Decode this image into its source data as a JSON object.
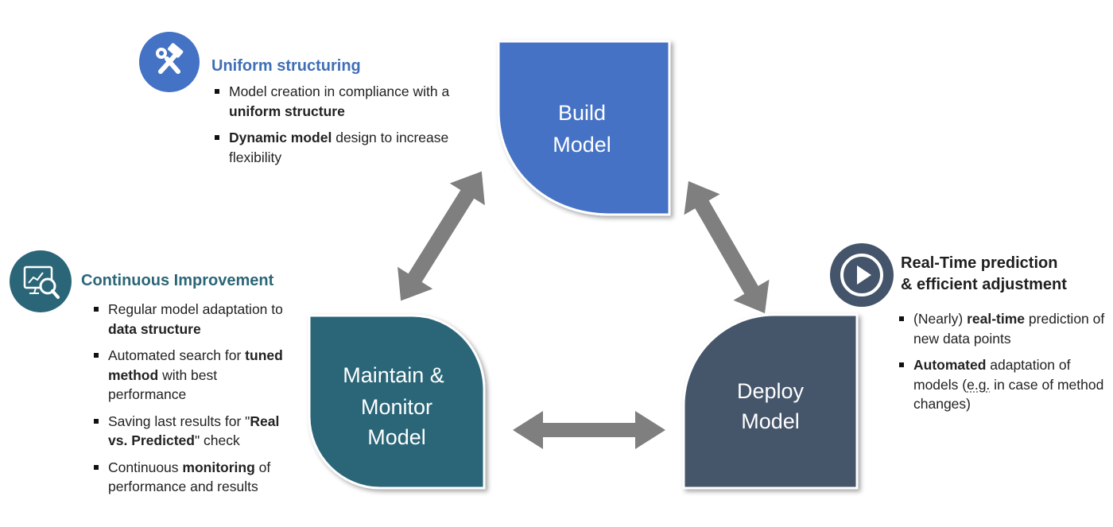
{
  "colors": {
    "build": "#4472C4",
    "deploy": "#44546A",
    "maintain": "#2B6678",
    "arrow": "#7F7F7F",
    "heading_blue": "#3F6FB5",
    "heading_teal": "#2B6678",
    "heading_dark": "#1F1F1F"
  },
  "nodes": {
    "build": {
      "line1": "Build",
      "line2": "Model"
    },
    "deploy": {
      "line1": "Deploy",
      "line2": "Model"
    },
    "maintain": {
      "line1": "Maintain &",
      "line2": "Monitor",
      "line3": "Model"
    }
  },
  "uniform": {
    "icon": "hammer-wrench-icon",
    "title": "Uniform structuring",
    "b1": {
      "t1": "Model creation in compliance with a ",
      "t2": "uniform structure"
    },
    "b2": {
      "t1": "Dynamic model",
      "t2": " design to increase flexibility"
    }
  },
  "continuous": {
    "icon": "analytics-magnifier-icon",
    "title": "Continuous Improvement",
    "b1": {
      "t1": "Regular model adaptation to ",
      "t2": "data structure"
    },
    "b2": {
      "t1": "Automated search for ",
      "t2": "tuned method",
      "t3": " with best performance"
    },
    "b3": {
      "t1": "Saving last results for \"",
      "t2": "Real vs. Predicted",
      "t3": "\" check"
    },
    "b4": {
      "t1": "Continuous ",
      "t2": "monitoring",
      "t3": " of performance and results"
    }
  },
  "realtime": {
    "icon": "play-icon",
    "title_line1": "Real-Time prediction",
    "title_line2": "& efficient adjustment",
    "b1": {
      "t1": "(Nearly) ",
      "t2": "real-time",
      "t3": " prediction of new data points"
    },
    "b2": {
      "t1": "Automated",
      "t2": " adaptation of models (",
      "t3": "e.g.",
      "t4": " in case of method changes)"
    }
  }
}
